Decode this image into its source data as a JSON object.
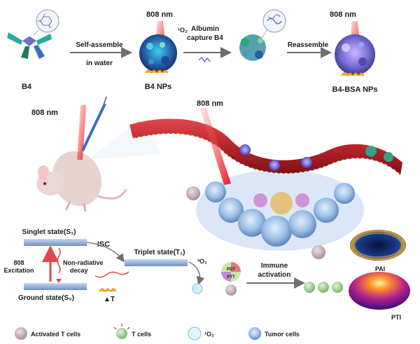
{
  "top": {
    "b4_label": "B4",
    "self_assemble": "Self-assemble",
    "in_water": "in water",
    "b4_nps_label": "B4 NPs",
    "albumin": "Albumin",
    "capture_b4": "capture B4",
    "reassemble": "Reassemble",
    "b4_bsa_label": "B4-BSA NPs",
    "laser_1": "808 nm",
    "laser_2": "808 nm",
    "singlet_oxygen_mark": "¹O₂"
  },
  "middle": {
    "mouse_laser": "808 nm",
    "vessel_laser": "808 nm"
  },
  "jablonski": {
    "singlet": "Singlet state(S₁)",
    "isc": "ISC",
    "triplet": "Triplet state(T₁)",
    "ground": "Ground state(S₀)",
    "excitation_line1": "808",
    "excitation_line2": "Excitation",
    "nonrad_line1": "Non-radiative",
    "nonrad_line2": "decay",
    "delta_t": "▲T",
    "o2_label": "³O₂"
  },
  "immune": {
    "pdt_label": "PDT",
    "ptt_label": "PTT",
    "activation_line1": "Immune",
    "activation_line2": "activation"
  },
  "imaging": {
    "pai": "PAI",
    "pti": "PTI"
  },
  "legend": [
    {
      "label": "Activated T cells"
    },
    {
      "label": "T  cells"
    },
    {
      "label": "¹O₂"
    },
    {
      "label": "Tumor cells"
    }
  ],
  "colors": {
    "vessel_red": "#b8242a",
    "tumor_blue": "#8fb4dc",
    "laser_red": "#e6141c",
    "arrow_gray": "#6f6f6f",
    "plate_blue": "#7f9fd0"
  }
}
